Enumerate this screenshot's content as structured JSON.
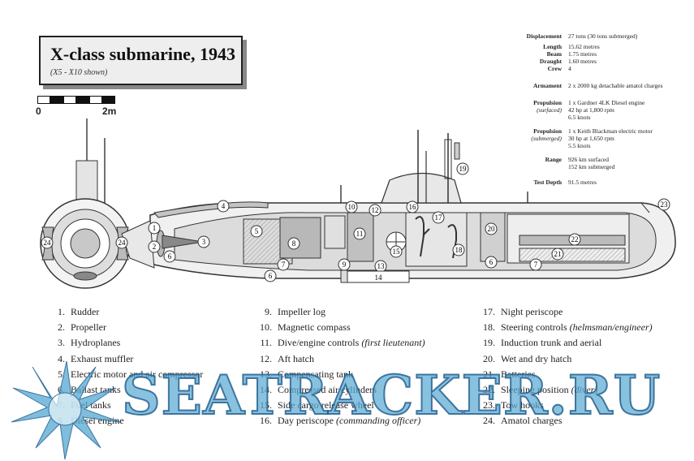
{
  "title": "X-class submarine, 1943",
  "subtitle": "(X5 - X10 shown)",
  "scale": {
    "start": "0",
    "end": "2m"
  },
  "specs": [
    {
      "key": "Displacement",
      "sub": "",
      "value": "27 tons (30 tons submerged)"
    },
    {
      "key": "Length",
      "sub": "",
      "value": "15.62 metres"
    },
    {
      "key": "Beam",
      "sub": "",
      "value": "1.75 metres"
    },
    {
      "key": "Draught",
      "sub": "",
      "value": "1.60 metres"
    },
    {
      "key": "Crew",
      "sub": "",
      "value": "4"
    },
    {
      "key": "Armament",
      "sub": "",
      "value": "2 x 2000 kg detachable amatol charges"
    },
    {
      "key": "Propulsion",
      "sub": "(surfaced)",
      "value": "1 x Gardner 4LK Diesel engine\n42 hp at 1,800 rpm\n6.5 knots"
    },
    {
      "key": "Propulsion",
      "sub": "(submerged)",
      "value": "1 x Keith Blackman electric motor\n30 hp at 1,650 rpm\n5.5 knots"
    },
    {
      "key": "Range",
      "sub": "",
      "value": "926 km surfaced\n152 km submerged"
    },
    {
      "key": "Test Depth",
      "sub": "",
      "value": "91.5 metres"
    }
  ],
  "legend_columns": [
    [
      {
        "num": "1.",
        "label": "Rudder",
        "detail": ""
      },
      {
        "num": "2.",
        "label": "Propeller",
        "detail": ""
      },
      {
        "num": "3.",
        "label": "Hydroplanes",
        "detail": ""
      },
      {
        "num": "4.",
        "label": "Exhaust muffler",
        "detail": ""
      },
      {
        "num": "5.",
        "label": "Electric motor and air compressor",
        "detail": ""
      },
      {
        "num": "6.",
        "label": "Ballast tanks",
        "detail": ""
      },
      {
        "num": "7.",
        "label": "Fuel tanks",
        "detail": ""
      },
      {
        "num": "8.",
        "label": "Diesel engine",
        "detail": ""
      }
    ],
    [
      {
        "num": "9.",
        "label": "Impeller log",
        "detail": ""
      },
      {
        "num": "10.",
        "label": "Magnetic compass",
        "detail": ""
      },
      {
        "num": "11.",
        "label": "Dive/engine controls ",
        "detail": "(first lieutenant)"
      },
      {
        "num": "12.",
        "label": "Aft hatch",
        "detail": ""
      },
      {
        "num": "13.",
        "label": "Compensating tank",
        "detail": ""
      },
      {
        "num": "14.",
        "label": "Compressed air cylinders",
        "detail": ""
      },
      {
        "num": "15.",
        "label": "Side cargo release wheel",
        "detail": ""
      },
      {
        "num": "16.",
        "label": "Day periscope ",
        "detail": "(commanding officer)"
      }
    ],
    [
      {
        "num": "17.",
        "label": "Night periscope",
        "detail": ""
      },
      {
        "num": "18.",
        "label": "Steering controls ",
        "detail": "(helmsman/engineer)"
      },
      {
        "num": "19.",
        "label": "Induction trunk and aerial",
        "detail": ""
      },
      {
        "num": "20.",
        "label": "Wet and dry hatch",
        "detail": ""
      },
      {
        "num": "21.",
        "label": "Batteries",
        "detail": ""
      },
      {
        "num": "22.",
        "label": "Sleeping position ",
        "detail": "(diver)"
      },
      {
        "num": "23.",
        "label": "Tow hooks",
        "detail": ""
      },
      {
        "num": "24.",
        "label": "Amatol charges",
        "detail": ""
      }
    ]
  ],
  "callouts": {
    "c1": "1",
    "c2": "2",
    "c3": "3",
    "c4": "4",
    "c5": "5",
    "c6": "6",
    "c7": "7",
    "c8": "8",
    "c9": "9",
    "c10": "10",
    "c11": "11",
    "c12": "12",
    "c13": "13",
    "c14": "14",
    "c15": "15",
    "c16": "16",
    "c17": "17",
    "c18": "18",
    "c19": "19",
    "c20": "20",
    "c21": "21",
    "c22": "22",
    "c23": "23",
    "c24": "24"
  },
  "watermark": "SEATRACKER.RU",
  "colors": {
    "ink": "#222222",
    "hull": "#f2f2f2",
    "interior": "#d8d8d8",
    "watermark": "#5aaad2"
  }
}
